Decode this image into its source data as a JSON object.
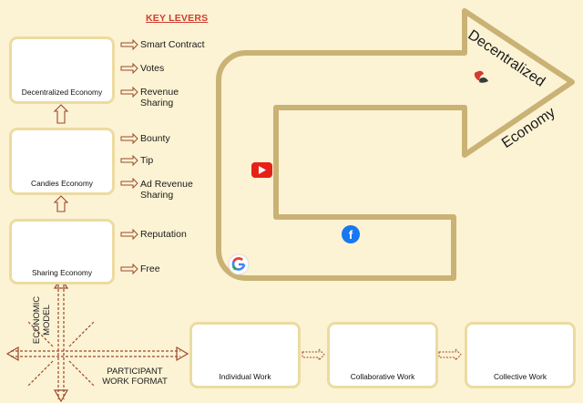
{
  "title": "KEY LEVERS",
  "models": [
    {
      "label": "Decentralized Economy",
      "icon": "network-nodes-icon"
    },
    {
      "label": "Candies Economy",
      "icon": "candy-icon"
    },
    {
      "label": "Sharing Economy",
      "icon": "lightbulb-icon"
    }
  ],
  "levers": {
    "decentralized": [
      "Smart Contract",
      "Votes",
      "Revenue Sharing"
    ],
    "candies": [
      "Bounty",
      "Tip",
      "Ad Revenue Sharing"
    ],
    "sharing": [
      "Reputation",
      "Free"
    ]
  },
  "axis": {
    "vertical_label": "ECONOMIC MODEL",
    "horizontal_label": "PARTICIPANT WORK FORMAT"
  },
  "work_formats": [
    {
      "label": "Individual Work",
      "icon": "lightbulb-icon"
    },
    {
      "label": "Collaborative Work",
      "icon": "team-icon"
    },
    {
      "label": "Collective Work",
      "icon": "bulb-network-icon"
    }
  ],
  "arrow_text": {
    "top": "Decentralized",
    "bottom": "Economy"
  },
  "platforms": [
    "google-logo-icon",
    "youtube-logo-icon",
    "facebook-logo-icon",
    "steem-logo-icon"
  ],
  "colors": {
    "background": "#fcf3d4",
    "box_border": "#ecdba0",
    "arrow_outline": "#c9b274",
    "small_arrow": "#9a4a2a",
    "title": "#d23b2e"
  }
}
